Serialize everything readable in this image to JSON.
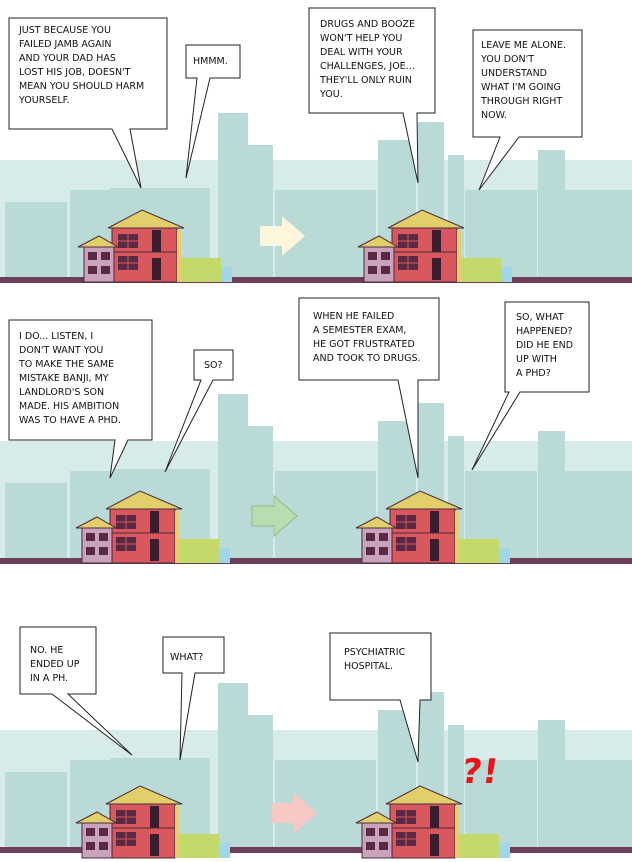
{
  "colors": {
    "sky": "#d7ebe8",
    "building": "#b9dad6",
    "building_dark": "#a9ceca",
    "ground": "#6b3e5a",
    "house_wall": "#d9585d",
    "house_roof": "#e2cf6a",
    "small_house_wall": "#c9a3bd",
    "window": "#5a2a44",
    "green_block": "#c3d96a",
    "blue_block": "#9fd6e8",
    "arrow_1": "#fbf6dc",
    "arrow_2": "#b9dcb2",
    "arrow_3": "#f8c8c4",
    "exclaim": "#e8141a"
  },
  "panels": [
    {
      "left": {
        "bubble_1": "JUST BECAUSE YOU\nFAILED JAMB AGAIN\nAND YOUR DAD HAS\nLOST HIS JOB, DOESN'T\nMEAN YOU SHOULD HARM\nYOURSELF.",
        "bubble_2": "HMMM."
      },
      "right": {
        "bubble_1": "DRUGS AND BOOZE\nWON'T HELP YOU\nDEAL WITH YOUR\nCHALLENGES, JOE...\nTHEY'LL ONLY RUIN\nYOU.",
        "bubble_2": "LEAVE ME ALONE.\nYOU DON'T\nUNDERSTAND\nWHAT I'M GOING\nTHROUGH RIGHT\nNOW."
      }
    },
    {
      "left": {
        "bubble_1": "I DO... LISTEN, I\nDON'T WANT YOU\nTO MAKE THE SAME\nMISTAKE BANJI, MY\nLANDLORD'S SON\nMADE. HIS AMBITION\nWAS TO HAVE A PHD.",
        "bubble_2": "SO?"
      },
      "right": {
        "bubble_1": "WHEN HE FAILED\nA SEMESTER EXAM,\nHE GOT FRUSTRATED\nAND TOOK TO DRUGS.",
        "bubble_2": "SO, WHAT\nHAPPENED?\nDID HE END\nUP WITH\nA PHD?"
      }
    },
    {
      "left": {
        "bubble_1": "NO. HE\nENDED UP\nIN A PH.",
        "bubble_2": "WHAT?"
      },
      "right": {
        "bubble_1": "PSYCHIATRIC\nHOSPITAL.",
        "exclaim": "?!"
      }
    }
  ]
}
